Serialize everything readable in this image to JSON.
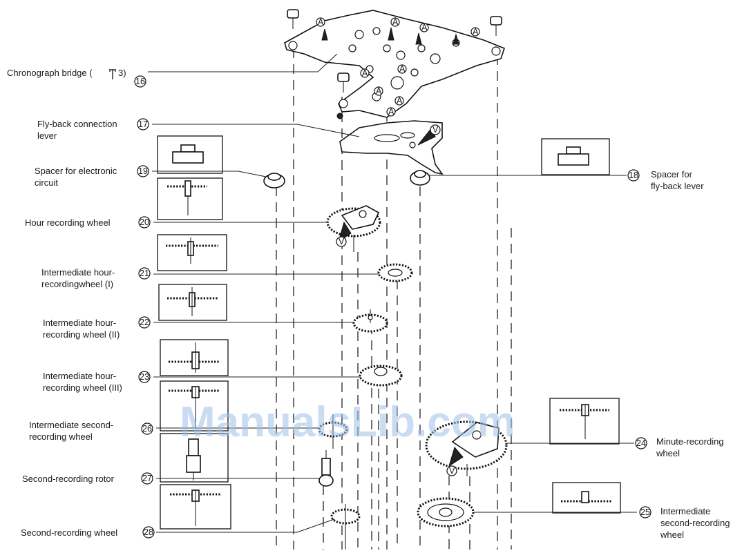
{
  "parts": {
    "chronograph_bridge": {
      "label": "Chronograph bridge (",
      "suffix": "3)",
      "number": "16"
    },
    "flyback_connection_lever": {
      "label_1": "Fly-back connection",
      "label_2": "lever",
      "number": "17"
    },
    "spacer_flyback": {
      "label_1": "Spacer for",
      "label_2": "fly-back lever",
      "number": "18"
    },
    "spacer_electronic": {
      "label_1": "Spacer for electronic",
      "label_2": "circuit",
      "number": "19"
    },
    "hour_recording_wheel": {
      "label": "Hour recording wheel",
      "number": "20"
    },
    "intermediate_hour_1": {
      "label_1": "Intermediate hour-",
      "label_2": "recordingwheel (I)",
      "number": "21"
    },
    "intermediate_hour_2": {
      "label_1": "Intermediate hour-",
      "label_2": "recording wheel (II)",
      "number": "22"
    },
    "intermediate_hour_3": {
      "label_1": "Intermediate hour-",
      "label_2": "recording wheel (III)",
      "number": "23"
    },
    "minute_recording_wheel": {
      "label_1": "Minute-recording",
      "label_2": "wheel",
      "number": "24"
    },
    "intermediate_second_right": {
      "label_1": "Intermediate",
      "label_2": "second-recording",
      "label_3": "wheel",
      "number": "25"
    },
    "intermediate_second_left": {
      "label_1": "Intermediate second-",
      "label_2": "recording wheel",
      "number": "26"
    },
    "second_recording_rotor": {
      "label": "Second-recording rotor",
      "number": "27"
    },
    "second_recording_wheel": {
      "label": "Second-recording wheel",
      "number": "28"
    }
  },
  "markers": {
    "a": "A",
    "v": "V"
  },
  "watermark": "ManualsLib.com"
}
